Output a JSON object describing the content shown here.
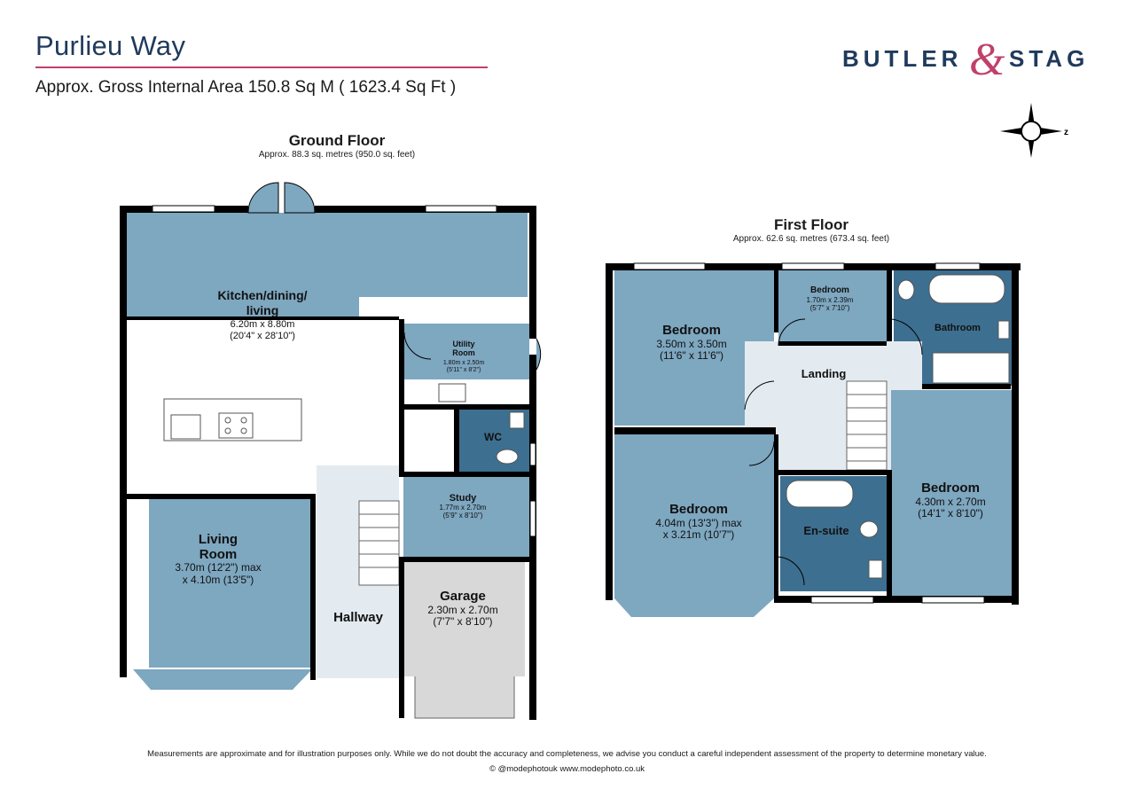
{
  "header": {
    "title": "Purlieu Way",
    "subtitle": "Approx. Gross Internal Area 150.8 Sq M ( 1623.4 Sq Ft )",
    "brand_left": "BUTLER",
    "brand_amp": "&",
    "brand_right": "STAG",
    "compass_letter": "z"
  },
  "colors": {
    "room_fill": "#7ea7c0",
    "bathroom_fill": "#3d6f90",
    "garage_fill": "#d8d8d8",
    "hallway_fill": "#e4ebf0",
    "wall": "#000000",
    "title_color": "#1f3a5c",
    "accent": "#c0406a"
  },
  "ground_floor": {
    "title": "Ground Floor",
    "area": "Approx. 88.3 sq. metres (950.0 sq. feet)",
    "rooms": [
      {
        "name": "Kitchen/dining/\nliving",
        "dims": [
          "6.20m x 8.80m",
          "(20'4\" x 28'10\")"
        ]
      },
      {
        "name": "Utility\nRoom",
        "dims": [
          "1.80m x 2.50m",
          "(5'11\" x 8'2\")"
        ]
      },
      {
        "name": "WC",
        "dims": []
      },
      {
        "name": "Study",
        "dims": [
          "1.77m x 2.70m",
          "(5'9\" x 8'10\")"
        ]
      },
      {
        "name": "Living\nRoom",
        "dims": [
          "3.70m (12'2\") max",
          "x 4.10m (13'5\")"
        ]
      },
      {
        "name": "Hallway",
        "dims": []
      },
      {
        "name": "Garage",
        "dims": [
          "2.30m x 2.70m",
          "(7'7\" x 8'10\")"
        ]
      }
    ]
  },
  "first_floor": {
    "title": "First Floor",
    "area": "Approx. 62.6 sq. metres (673.4 sq. feet)",
    "rooms": [
      {
        "name": "Bedroom",
        "dims": [
          "3.50m x 3.50m",
          "(11'6\" x 11'6\")"
        ]
      },
      {
        "name": "Bedroom",
        "dims": [
          "1.70m x 2.39m",
          "(5'7\" x 7'10\")"
        ]
      },
      {
        "name": "Bathroom",
        "dims": []
      },
      {
        "name": "Landing",
        "dims": []
      },
      {
        "name": "Bedroom",
        "dims": [
          "4.04m (13'3\") max",
          "x 3.21m (10'7\")"
        ]
      },
      {
        "name": "En-suite",
        "dims": []
      },
      {
        "name": "Bedroom",
        "dims": [
          "4.30m x 2.70m",
          "(14'1\" x 8'10\")"
        ]
      }
    ]
  },
  "footer": {
    "disclaimer": "Measurements are approximate and for illustration purposes only.  While we do not doubt the accuracy and completeness, we advise you conduct a careful independent assessment of the property to determine monetary value.",
    "credit": "© @modephotouk www.modephoto.co.uk"
  }
}
